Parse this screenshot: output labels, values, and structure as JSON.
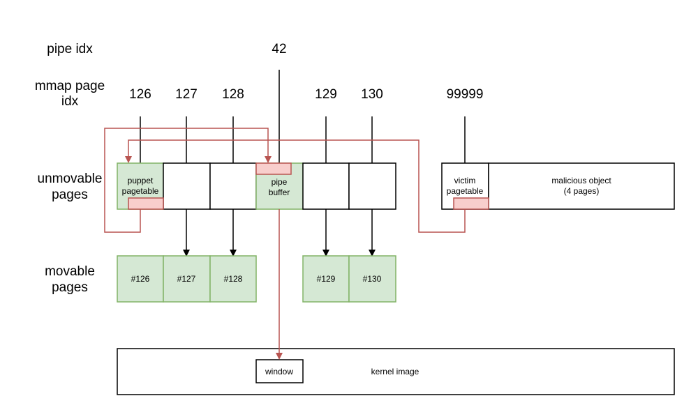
{
  "row_labels": {
    "pipe_idx": "pipe idx",
    "mmap_idx_line1": "mmap page",
    "mmap_idx_line2": "idx",
    "unmovable_line1": "unmovable",
    "unmovable_line2": "pages",
    "movable_line1": "movable",
    "movable_line2": "pages"
  },
  "pipe_index": "42",
  "mmap_indices": [
    "126",
    "127",
    "128",
    "129",
    "130",
    "99999"
  ],
  "unmovable": {
    "puppet_line1": "puppet",
    "puppet_line2": "pagetable",
    "pipe_line1": "pipe",
    "pipe_line2": "buffer",
    "victim_line1": "victim",
    "victim_line2": "pagetable",
    "malicious_line1": "malicious object",
    "malicious_line2": "(4 pages)"
  },
  "movable_pages": [
    "#126",
    "#127",
    "#128",
    "#129",
    "#130"
  ],
  "kernel": {
    "window": "window",
    "image": "kernel image"
  },
  "colors": {
    "green_fill": "#d5e8d4",
    "green_stroke": "#82b366",
    "red_fill": "#f8cecc",
    "red_stroke": "#b85450"
  }
}
